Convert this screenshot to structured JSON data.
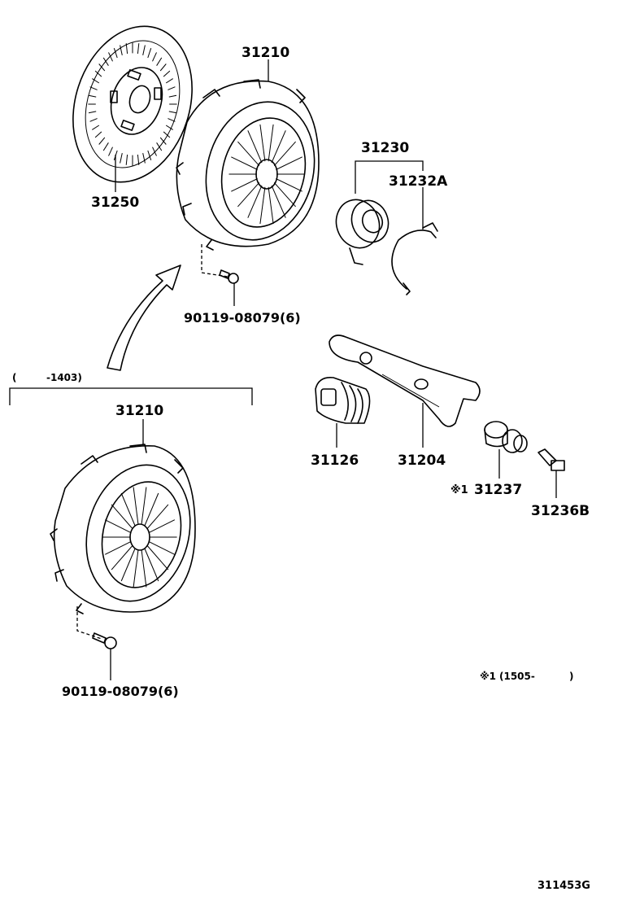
{
  "parts": {
    "clutch_disc": "31250",
    "cover_top": "31210",
    "release_bearing": "31230",
    "bearing_clip": "31232A",
    "bolt_top": "90119-08079(6)",
    "boot": "31126",
    "release_fork": "31204",
    "pivot": "31237",
    "pivot_mark": "※1",
    "bleeder": "31236B",
    "cover_bottom": "31210",
    "bolt_bottom": "90119-08079(6)"
  },
  "notes": {
    "range_bottom_open": "(",
    "range_bottom_close": "-1403)",
    "footnote_mark": "※1",
    "footnote_open": "(1505-",
    "footnote_close": ")"
  },
  "diagram_id": "311453G"
}
